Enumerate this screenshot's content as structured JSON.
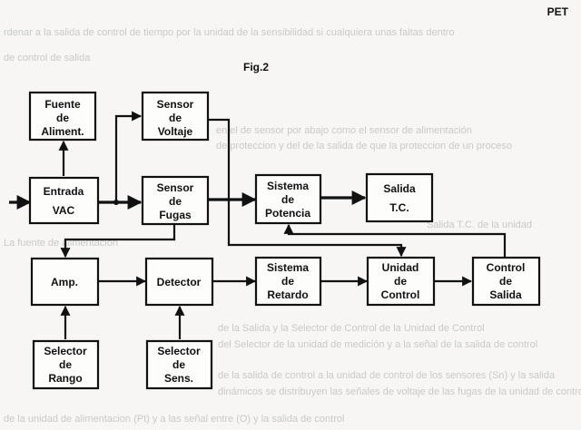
{
  "header": {
    "tag": "PET",
    "figure_label": "Fig.2"
  },
  "background_text": [
    "rdenar a la salida de control de tiempo por la unidad de la sensibilidad si cualquiera unas faltas dentro",
    "de control de salida",
    "en el de sensor por abajo como el sensor de alimentación",
    "de proteccion y del de la salida de que la proteccion de un proceso",
    "Salida T.C. de la unidad",
    "La fuente de alimentación",
    "de la Salida y la Selector de Control de la Unidad de Control",
    "del Selector de la unidad de medición y a la señal de la salida de control",
    "de la salida de control a la unidad de control de los sensores (Sn) y la salida",
    "dinámicos se distribuyen las señales de voltaje de las fugas de la unidad de control",
    "de la unidad de alimentacion (Pt) y a las señal entre (O) y la salida de control"
  ],
  "blocks": {
    "fuente": {
      "lines": [
        "Fuente",
        "de",
        "Aliment."
      ]
    },
    "sensor_voltaje": {
      "lines": [
        "Sensor",
        "de",
        "Voltaje"
      ]
    },
    "entrada": {
      "lines": [
        "Entrada",
        "VAC"
      ]
    },
    "sensor_fugas": {
      "lines": [
        "Sensor",
        "de",
        "Fugas"
      ]
    },
    "sistema_potencia": {
      "lines": [
        "Sistema",
        "de",
        "Potencia"
      ]
    },
    "salida_tc": {
      "lines": [
        "Salida",
        "T.C."
      ]
    },
    "amp": {
      "lines": [
        "Amp."
      ]
    },
    "detector": {
      "lines": [
        "Detector"
      ]
    },
    "sistema_retardo": {
      "lines": [
        "Sistema",
        "de",
        "Retardo"
      ]
    },
    "unidad_control": {
      "lines": [
        "Unidad",
        "de",
        "Control"
      ]
    },
    "control_salida": {
      "lines": [
        "Control",
        "de",
        "Salida"
      ]
    },
    "selector_rango": {
      "lines": [
        "Selector",
        "de",
        "Rango"
      ]
    },
    "selector_sens": {
      "lines": [
        "Selector",
        "de",
        "Sens."
      ]
    }
  }
}
